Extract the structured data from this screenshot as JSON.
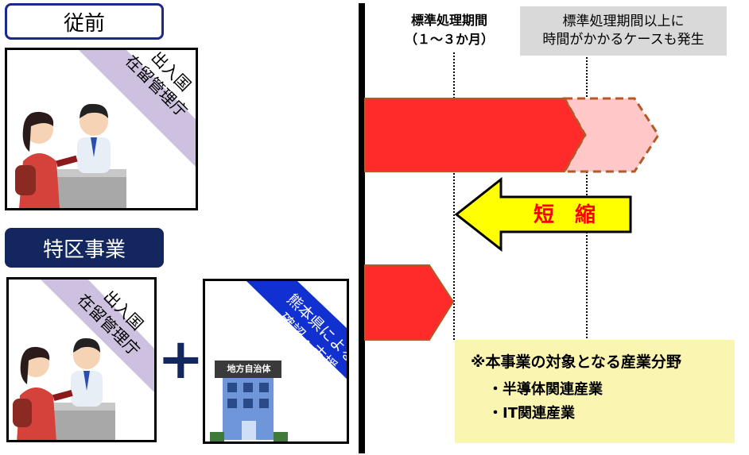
{
  "labels": {
    "before": "従前",
    "special_zone": "特区事業"
  },
  "panels": {
    "immigration_line1": "出入国",
    "immigration_line2": "在留管理庁",
    "kumamoto_line1": "熊本県による",
    "kumamoto_line2": "確認・支援",
    "local_gov_sign": "地方自治体"
  },
  "timeline": {
    "standard_period_line1": "標準処理期間",
    "standard_period_line2": "（１～３か月）",
    "over_period_line1": "標準処理期間以上に",
    "over_period_line2": "時間がかかるケースも発生",
    "shorten_label": "短　縮"
  },
  "note": {
    "title": "※本事業の対象となる産業分野",
    "items": [
      "・半導体関連産業",
      "・IT関連産業"
    ]
  },
  "colors": {
    "navy": "#13265e",
    "blue_outline": "#1a2a8a",
    "arrow_red": "#ff2b2b",
    "arrow_red_edge": "#b25a2a",
    "arrow_pink": "#ffc7c7",
    "arrow_yellow": "#ffff00",
    "label_red": "#ff0000",
    "diagonal_lavender": "#cdc1df",
    "diagonal_blue": "#1030d0",
    "note_bg": "#fbf5b2",
    "header_gray": "#d9d9d9"
  }
}
